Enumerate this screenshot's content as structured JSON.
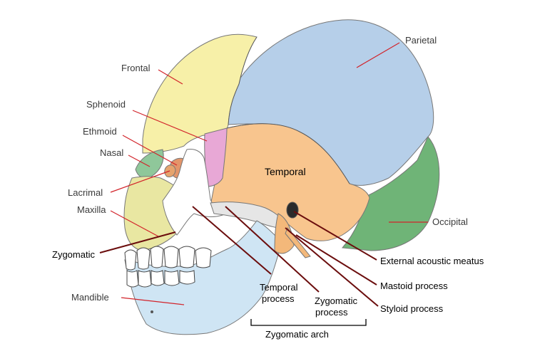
{
  "labels": {
    "frontal": "Frontal",
    "parietal": "Parietal",
    "sphenoid": "Sphenoid",
    "ethmoid": "Ethmoid",
    "nasal": "Nasal",
    "temporal": "Temporal",
    "lacrimal": "Lacrimal",
    "maxilla": "Maxilla",
    "occipital": "Occipital",
    "zygomatic": "Zygomatic",
    "external_acoustic_meatus": "External acoustic meatus",
    "mastoid_process": "Mastoid process",
    "styloid_process": "Styloid process",
    "mandible": "Mandible",
    "temporal_process_line1": "Temporal",
    "temporal_process_line2": "process",
    "zygomatic_process_line1": "Zygomatic",
    "zygomatic_process_line2": "process",
    "zygomatic_arch": "Zygomatic arch"
  },
  "colors": {
    "frontal": "#f7f0a8",
    "parietal": "#b6cfe9",
    "temporal": "#f8c58e",
    "occipital": "#6fb477",
    "sphenoid": "#e8a8d6",
    "ethmoid": "#e3956a",
    "nasal": "#8fc79a",
    "lacrimal": "#e6a46e",
    "maxilla": "#e9e7a2",
    "zygomatic": "#ffffff",
    "mandible": "#cfe5f4",
    "leader_thin": "#d2232a",
    "leader_bold": "#6b0d0d"
  }
}
